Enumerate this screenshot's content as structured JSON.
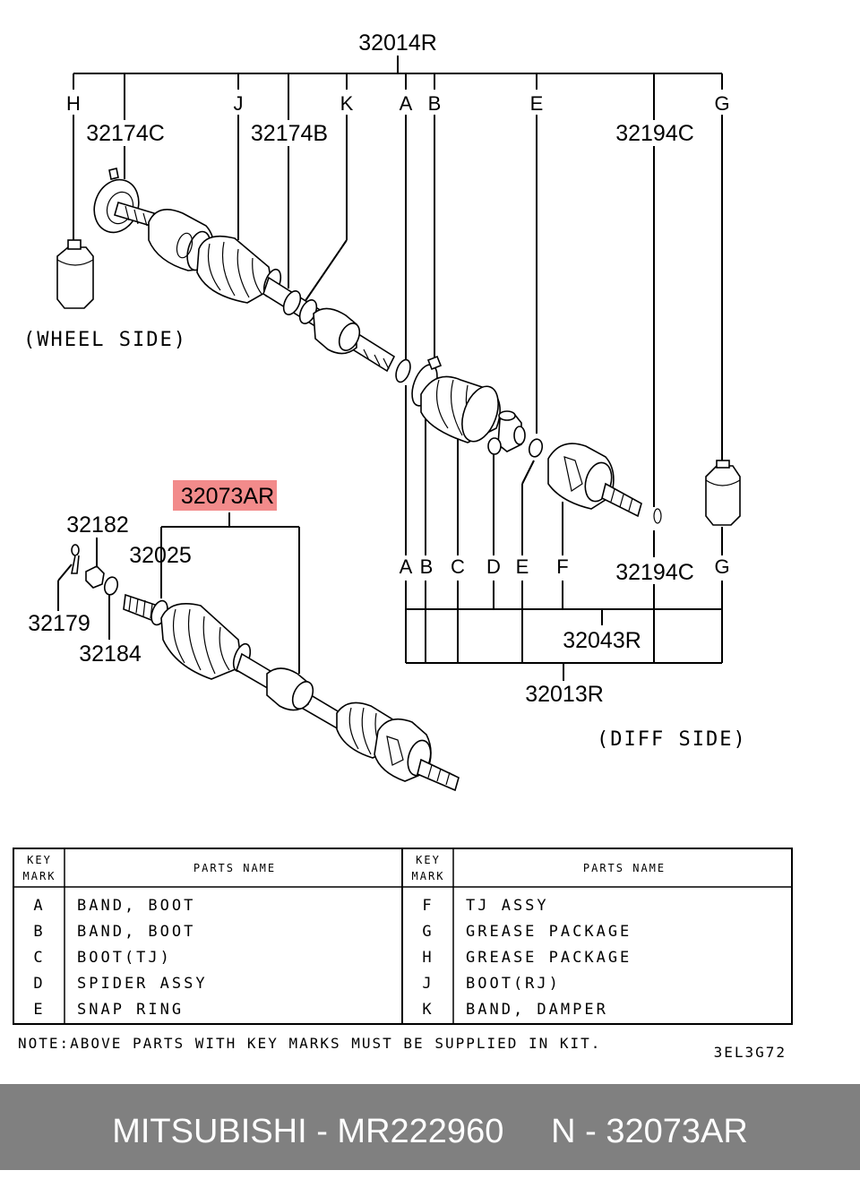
{
  "labels": {
    "top_assembly": "32014R",
    "p32174C": "32174C",
    "p32174B": "32174B",
    "p32194C_top": "32194C",
    "p32194C_bottom": "32194C",
    "highlighted": "32073AR",
    "p32182": "32182",
    "p32025": "32025",
    "p32179": "32179",
    "p32184": "32184",
    "p32043R": "32043R",
    "p32013R": "32013R"
  },
  "key_marks_top": [
    "H",
    "J",
    "K",
    "A",
    "B",
    "E",
    "G"
  ],
  "key_marks_bottom": [
    "A",
    "B",
    "C",
    "D",
    "E",
    "F",
    "G"
  ],
  "side_labels": {
    "wheel": "(WHEEL SIDE)",
    "diff": "(DIFF SIDE)"
  },
  "table": {
    "header_key": [
      "KEY",
      "MARK"
    ],
    "header_name": "PARTS NAME",
    "left_rows": [
      {
        "mark": "A",
        "name": "BAND, BOOT"
      },
      {
        "mark": "B",
        "name": "BAND, BOOT"
      },
      {
        "mark": "C",
        "name": "BOOT(TJ)"
      },
      {
        "mark": "D",
        "name": "SPIDER ASSY"
      },
      {
        "mark": "E",
        "name": "SNAP RING"
      }
    ],
    "right_rows": [
      {
        "mark": "F",
        "name": "TJ ASSY"
      },
      {
        "mark": "G",
        "name": "GREASE PACKAGE"
      },
      {
        "mark": "H",
        "name": "GREASE PACKAGE"
      },
      {
        "mark": "J",
        "name": "BOOT(RJ)"
      },
      {
        "mark": "K",
        "name": "BAND, DAMPER"
      }
    ]
  },
  "note": "NOTE:ABOVE PARTS WITH KEY MARKS MUST BE SUPPLIED IN KIT.",
  "diagram_code": "3EL3G72",
  "footer": "MITSUBISHI - MR222960     N - 32073AR",
  "colors": {
    "highlight": "#f28b8b",
    "footer_bg": "#808080",
    "footer_text": "#ffffff"
  }
}
